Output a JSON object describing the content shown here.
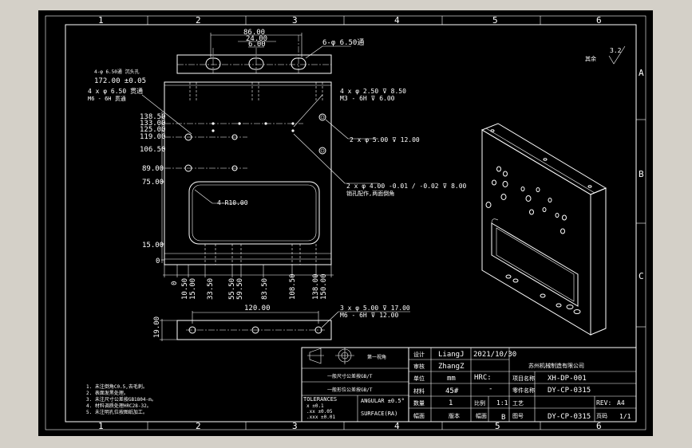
{
  "grid": {
    "columns": [
      "1",
      "2",
      "3",
      "4",
      "5",
      "6"
    ],
    "rows": [
      "A",
      "B",
      "C"
    ]
  },
  "top_view": {
    "dims": [
      "86.00",
      "24.00",
      "6.00"
    ],
    "note": "6-φ 6.50通"
  },
  "front_view": {
    "top_left_note1": "4-φ 6.50通 沉头孔",
    "width_dim": "172.00 ±0.05",
    "top_left_note2": "4 x φ 6.50 贯通",
    "top_left_note3": "M6 - 6H 贯通",
    "right_note1_a": "4 x φ 2.50 ⊽ 8.50",
    "right_note1_b": "M3 - 6H ⊽ 6.00",
    "right_note2": "2 x φ 5.00 ⊽ 12.00",
    "right_note3_a": "2 x φ 4.00 -0.01 / -0.02 ⊽ 8.00",
    "right_note3_b": "销孔配作,两面倒角",
    "radius_note": "4-R10.00",
    "y_dims": [
      "138.50",
      "133.00",
      "125.00",
      "119.00",
      "106.50",
      "89.00",
      "75.00",
      "15.00",
      "0"
    ],
    "x_dims": [
      "0",
      "10.50",
      "15.00",
      "33.50",
      "55.50",
      "59.50",
      "83.50",
      "108.50",
      "138.00",
      "150.00"
    ]
  },
  "bottom_view": {
    "width_dim": "120.00",
    "height_dim": "19.00",
    "note_a": "3 x φ 5.00 ⊽ 17.00",
    "note_b": "M6 - 6H ⊽ 12.00"
  },
  "roughness": {
    "label": "其余",
    "value": "3.2"
  },
  "notes": {
    "lines": [
      "1. 未注倒角C0.5,去毛刺。",
      "2. 表面发黑处理。",
      "3. 未注尺寸公差按GB1804-m。",
      "4. 材料调质处理HRC28-32。",
      "5. 未注明孔位按图纸加工。"
    ]
  },
  "title_block": {
    "projection_label": "第一视角",
    "note1": "一般尺寸公差按GB/T",
    "note2": "一般形位公差按GB/T",
    "tolerances_title": "TOLERANCES",
    "tol_lines": [
      "x   ±0.1",
      ".xx  ±0.05",
      ".xxx ±0.01"
    ],
    "angular": "ANGULAR ±0.5°",
    "surface": "SURFACE(RA)",
    "designer_label": "设计",
    "designer": "LiangJ",
    "date": "2021/10/30",
    "checker_label": "审核",
    "checker": "ZhangZ",
    "unit_label": "单位",
    "unit": "mm",
    "hrc_label": "HRC:",
    "hrc_value": "-",
    "material_label": "材料",
    "material": "45#",
    "qty_label": "数量",
    "qty": "1",
    "scale_label": "比例",
    "scale": "1:1",
    "sheet_label": "幅面",
    "size_label": "版本",
    "size": "B",
    "project_label": "项目名称",
    "company": "苏州机械制造有限公司",
    "drawing_no_label": "图号",
    "drawing_no": "XH-DP-001",
    "part_name_label": "零件名称",
    "part_name": "DY-CP-0315",
    "process_label": "工艺",
    "rev_label": "REV:",
    "rev": "A4",
    "page_label": "页码",
    "page": "1/1",
    "part_code": "DY-CP-0315"
  }
}
